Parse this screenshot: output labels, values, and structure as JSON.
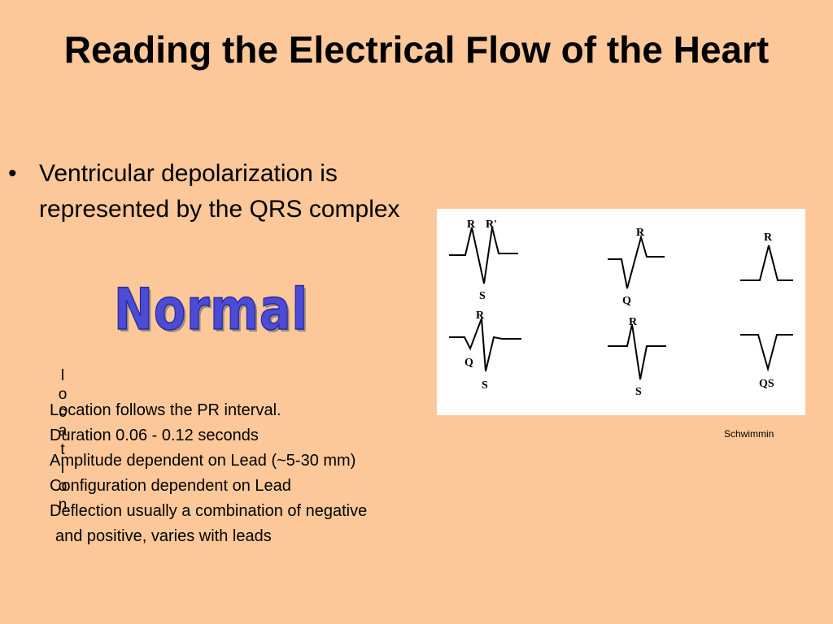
{
  "slide": {
    "title": "Reading the Electrical Flow of the Heart",
    "bullet": "Ventricular  depolarization is represented by the QRS complex",
    "wordart": "Normal",
    "vertical_letters": [
      "l",
      "o",
      "c",
      "a",
      "t",
      "i",
      "o",
      "n"
    ],
    "details": [
      "Location follows the PR interval.",
      "Duration 0.06 -  0.12 seconds",
      "Amplitude dependent on Lead (~5-30 mm)",
      "Configuration dependent on Lead",
      "Deflection usually a combination of negative",
      "and positive, varies with leads"
    ],
    "figure_caption": "Schwimmin"
  },
  "figure": {
    "labels": {
      "c1_r": "R",
      "c1_rp": "R'",
      "c1_s": "S",
      "c2_r": "R",
      "c2_q": "Q",
      "c3_r": "R",
      "c4_r": "R",
      "c4_q": "Q",
      "c4_s": "S",
      "c5_r": "R",
      "c5_s": "S",
      "c6_qs": "QS"
    }
  }
}
